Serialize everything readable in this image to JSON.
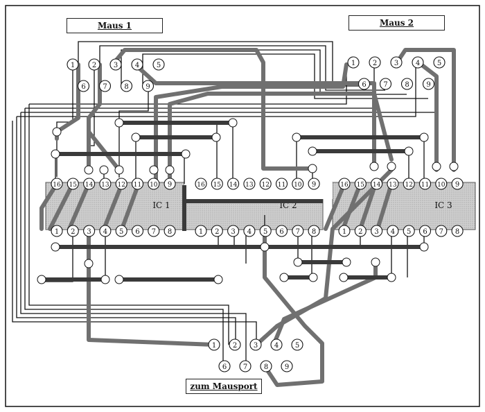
{
  "labels": {
    "mouse1": "Maus 1",
    "mouse2": "Maus 2",
    "port": "zum Mausport"
  },
  "ics": [
    {
      "name": "IC 1"
    },
    {
      "name": "IC 2"
    },
    {
      "name": "IC 3"
    }
  ],
  "ic_top_pins": [
    "16",
    "15",
    "14",
    "13",
    "12",
    "11",
    "10",
    "9"
  ],
  "ic_bottom_pins": [
    "1",
    "2",
    "3",
    "4",
    "5",
    "6",
    "7",
    "8"
  ],
  "connector_pins_top": [
    "1",
    "2",
    "3",
    "4",
    "5"
  ],
  "connector_pins_bottom": [
    "6",
    "7",
    "8",
    "9"
  ],
  "colors": {
    "trace": "#6e6e6e",
    "bus": "#3a3a3a",
    "ic_fill": "#d2d2d2",
    "wire": "#111111"
  }
}
